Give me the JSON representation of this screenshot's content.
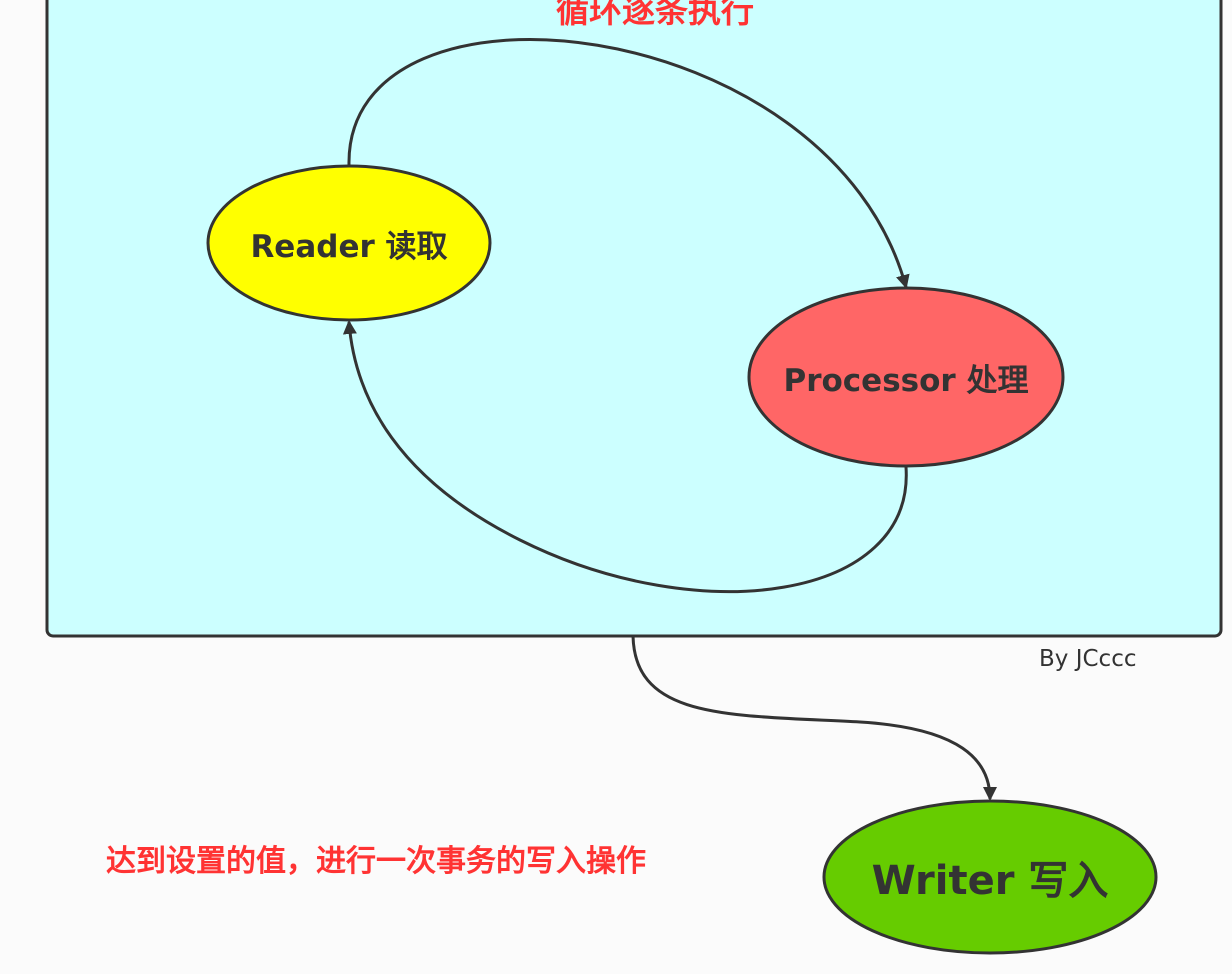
{
  "diagram": {
    "loop_title": "循环逐条执行",
    "writer_note": "达到设置的值，进行一次事务的写入操作",
    "author_credit": "By JCccc",
    "nodes": {
      "reader": {
        "label": "Reader 读取",
        "fill": "#ffff00"
      },
      "processor": {
        "label": "Processor 处理",
        "fill": "#ff6666"
      },
      "writer": {
        "label": "Writer 写入",
        "fill": "#66cc00"
      }
    },
    "colors": {
      "loop_box_fill": "#ccffff",
      "stroke": "#333333",
      "annotation_red": "#ff3333"
    }
  }
}
